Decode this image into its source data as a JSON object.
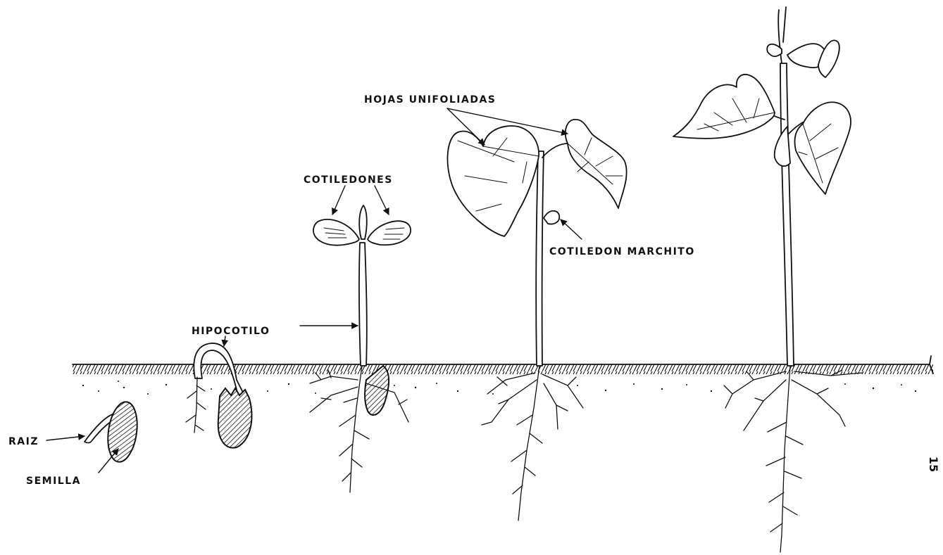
{
  "labels": {
    "raiz": "RAIZ",
    "semilla": "SEMILLA",
    "hipocotilo": "HIPOCOTILO",
    "cotiledones": "COTILEDONES",
    "hojas_unifoliadas": "HOJAS UNIFOLIADAS",
    "cotiledon_marchito": "COTILEDON MARCHITO"
  },
  "page_number": "15",
  "colors": {
    "ink": "#111111",
    "background": "#ffffff"
  }
}
